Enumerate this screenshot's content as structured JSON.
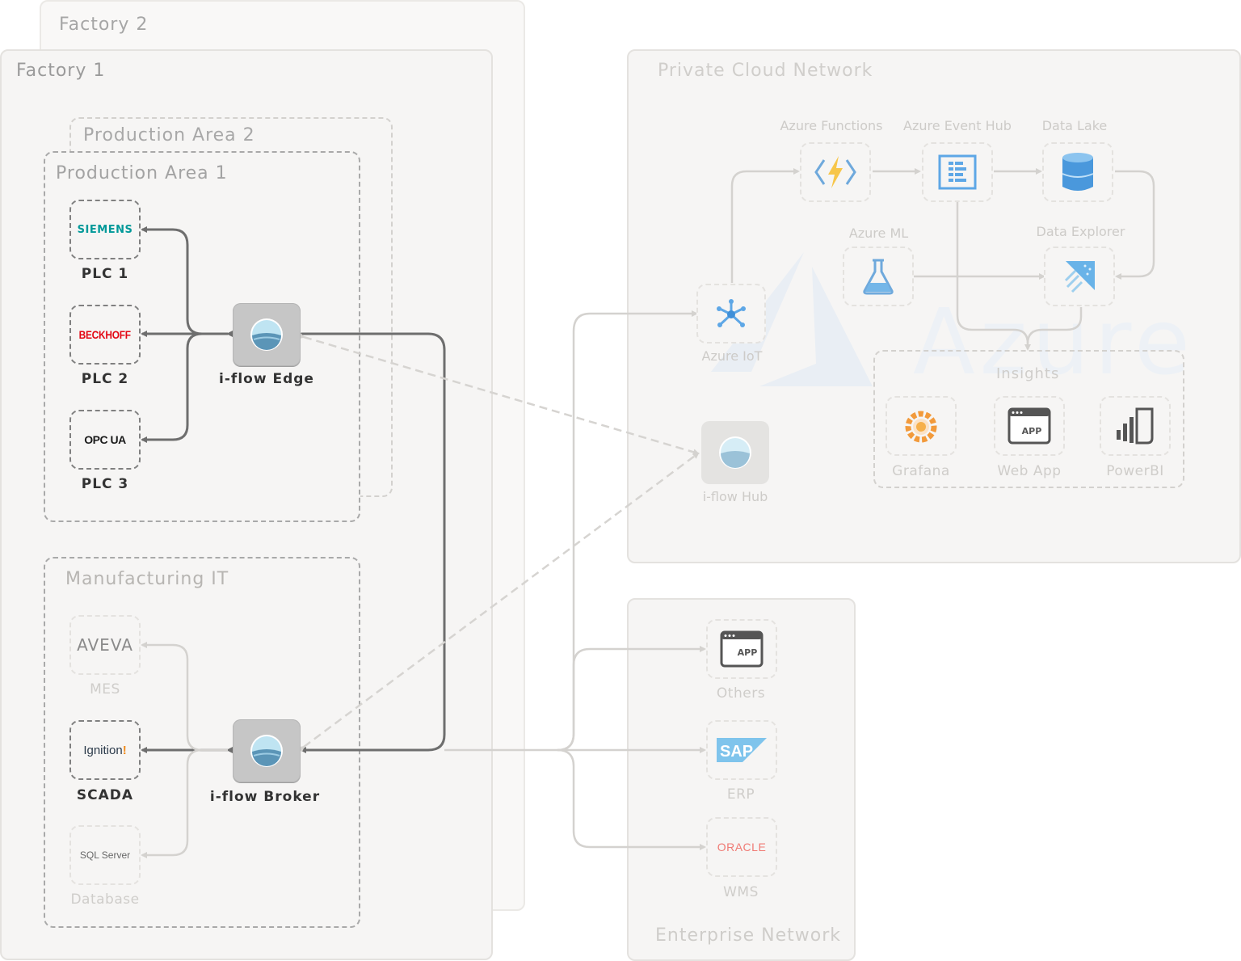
{
  "zones": {
    "factory2": "Factory 2",
    "factory1": "Factory 1",
    "prod_area2": "Production Area 2",
    "prod_area1": "Production Area 1",
    "manufacturing_it": "Manufacturing IT",
    "private_cloud": "Private Cloud Network",
    "enterprise": "Enterprise Network",
    "insights": "Insights"
  },
  "logos": {
    "siemens": "SIEMENS",
    "beckhoff": "BECKHOFF",
    "opcua": "OPC UA",
    "aveva": "AVEVA",
    "ignition": "Ignition",
    "sqlserver": "SQL Server",
    "app": "APP",
    "sap": "SAP",
    "oracle": "ORACLE",
    "azure_watermark": "Azure"
  },
  "nodes": {
    "plc1": "PLC 1",
    "plc2": "PLC 2",
    "plc3": "PLC 3",
    "edge": "i-flow Edge",
    "mes": "MES",
    "scada": "SCADA",
    "database": "Database",
    "broker": "i-flow Broker",
    "azure_iot": "Azure IoT",
    "hub": "i-flow Hub",
    "azure_functions": "Azure Functions",
    "event_hub": "Azure Event Hub",
    "data_lake": "Data Lake",
    "azure_ml": "Azure ML",
    "data_explorer": "Data Explorer",
    "grafana": "Grafana",
    "web_app": "Web App",
    "powerbi": "PowerBI",
    "others": "Others",
    "erp": "ERP",
    "wms": "WMS"
  },
  "colors": {
    "active_line": "#6e6e6e",
    "faded_line": "#d4d2cf",
    "zone_bg": "#f6f5f4",
    "siemens": "#009999",
    "beckhoff": "#e30613",
    "azure_blue": "#5ea7e6",
    "oracle": "#f07a74",
    "sap": "#7fc4ec"
  }
}
